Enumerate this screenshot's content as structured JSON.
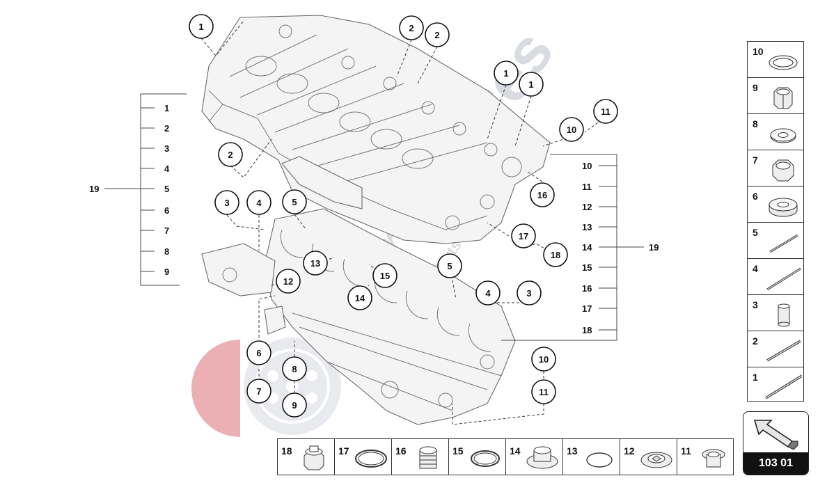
{
  "diagram": {
    "callouts": [
      {
        "id": "c1a",
        "label": "1"
      },
      {
        "id": "c2a",
        "label": "2"
      },
      {
        "id": "c2b",
        "label": "2"
      },
      {
        "id": "c1b",
        "label": "1"
      },
      {
        "id": "c1c",
        "label": "1"
      },
      {
        "id": "c11a",
        "label": "11"
      },
      {
        "id": "c10a",
        "label": "10"
      },
      {
        "id": "c2c",
        "label": "2"
      },
      {
        "id": "c16",
        "label": "16"
      },
      {
        "id": "c3a",
        "label": "3"
      },
      {
        "id": "c4a",
        "label": "4"
      },
      {
        "id": "c5a",
        "label": "5"
      },
      {
        "id": "c17",
        "label": "17"
      },
      {
        "id": "c18",
        "label": "18"
      },
      {
        "id": "c13",
        "label": "13"
      },
      {
        "id": "c15",
        "label": "15"
      },
      {
        "id": "c12",
        "label": "12"
      },
      {
        "id": "c14",
        "label": "14"
      },
      {
        "id": "c5b",
        "label": "5"
      },
      {
        "id": "c4b",
        "label": "4"
      },
      {
        "id": "c3b",
        "label": "3"
      },
      {
        "id": "c6",
        "label": "6"
      },
      {
        "id": "c8",
        "label": "8"
      },
      {
        "id": "c10b",
        "label": "10"
      },
      {
        "id": "c7",
        "label": "7"
      },
      {
        "id": "c9",
        "label": "9"
      },
      {
        "id": "c11b",
        "label": "11"
      }
    ],
    "left_group": {
      "label": "19",
      "items": [
        "1",
        "2",
        "3",
        "4",
        "5",
        "6",
        "7",
        "8",
        "9"
      ]
    },
    "right_group": {
      "label": "19",
      "items": [
        "10",
        "11",
        "12",
        "13",
        "14",
        "15",
        "16",
        "17",
        "18"
      ]
    }
  },
  "parts_side": [
    {
      "number": "10",
      "icon": "flat-washer-ring-icon"
    },
    {
      "number": "9",
      "icon": "hex-nut-icon"
    },
    {
      "number": "8",
      "icon": "washer-icon"
    },
    {
      "number": "7",
      "icon": "flange-nut-icon"
    },
    {
      "number": "6",
      "icon": "thick-washer-icon"
    },
    {
      "number": "5",
      "icon": "stud-bolt-short-icon"
    },
    {
      "number": "4",
      "icon": "stud-bolt-medium-icon"
    },
    {
      "number": "3",
      "icon": "dowel-sleeve-icon"
    },
    {
      "number": "2",
      "icon": "stud-bolt-icon"
    },
    {
      "number": "1",
      "icon": "stud-bolt-long-icon"
    }
  ],
  "parts_bottom": [
    {
      "number": "18",
      "icon": "hex-plug-icon"
    },
    {
      "number": "17",
      "icon": "o-ring-large-icon"
    },
    {
      "number": "16",
      "icon": "threaded-plug-icon"
    },
    {
      "number": "15",
      "icon": "o-ring-icon"
    },
    {
      "number": "14",
      "icon": "screw-plug-icon"
    },
    {
      "number": "13",
      "icon": "seal-ring-icon"
    },
    {
      "number": "12",
      "icon": "sealing-washer-icon"
    },
    {
      "number": "11",
      "icon": "drain-plug-icon"
    }
  ],
  "navigation": {
    "page_code": "103 01",
    "icon": "back-arrow-icon"
  },
  "watermark": {
    "text": "eurospares",
    "tagline": "Classic Car Parts Specialist"
  }
}
